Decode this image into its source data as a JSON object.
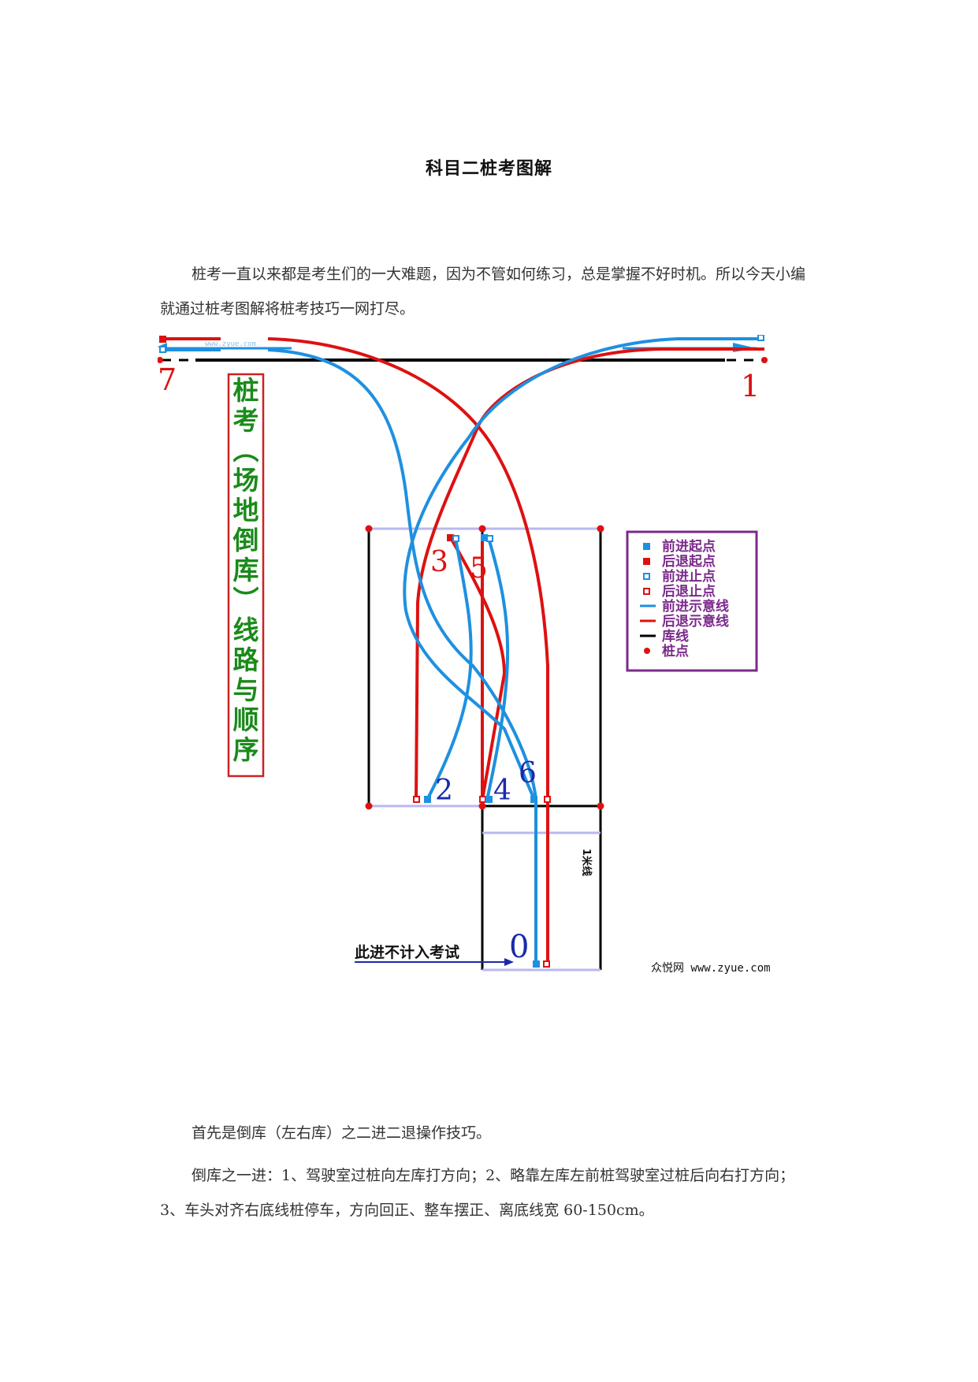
{
  "title": "科目二桩考图解",
  "intro": "桩考一直以来都是考生们的一大难题，因为不管如何练习，总是掌握不好时机。所以今天小编就通过桩考图解将桩考技巧一网打尽。",
  "section1": "首先是倒库（左右库）之二进二退操作技巧。",
  "step1": "倒库之一进：1、驾驶室过桩向左库打方向；2、略靠左库左前桩驾驶室过桩后向右打方向；3、车头对齐右底线桩停车，方向回正、整车摆正、离底线宽 60-150cm。",
  "diagram": {
    "vertical_title": [
      "桩",
      "考",
      "︵",
      "场",
      "地",
      "倒",
      "库",
      "︶",
      "线",
      "路",
      "与",
      "顺",
      "序"
    ],
    "point_labels": {
      "p0": "0",
      "p1": "1",
      "p2": "2",
      "p3": "3",
      "p4": "4",
      "p5": "5",
      "p6": "6",
      "p7": "7"
    },
    "one_meter_label": "1米线",
    "note": "此进不计入考试",
    "watermark": "众悦网 www.zyue.com",
    "top_watermark": "www.zyue.com",
    "legend": [
      {
        "label": "前进起点",
        "symbol": "filled-square",
        "color": "#1e90e0"
      },
      {
        "label": "后退起点",
        "symbol": "filled-square",
        "color": "#dd1111"
      },
      {
        "label": "前进止点",
        "symbol": "hollow-square",
        "color": "#1e90e0"
      },
      {
        "label": "后退止点",
        "symbol": "hollow-square",
        "color": "#dd1111"
      },
      {
        "label": "前进示意线",
        "symbol": "line",
        "color": "#1e90e0"
      },
      {
        "label": "后退示意线",
        "symbol": "line",
        "color": "#dd1111"
      },
      {
        "label": "库线",
        "symbol": "line",
        "color": "#000000"
      },
      {
        "label": "桩点",
        "symbol": "dot",
        "color": "#dd1111"
      }
    ],
    "colors": {
      "forward": "#1e90e0",
      "backward": "#dd1111",
      "line": "#000000",
      "title_text": "#1a8a1a",
      "title_border": "#cc2222",
      "legend_border": "#7a2a8a",
      "label_blue": "#1a2aa8"
    }
  }
}
